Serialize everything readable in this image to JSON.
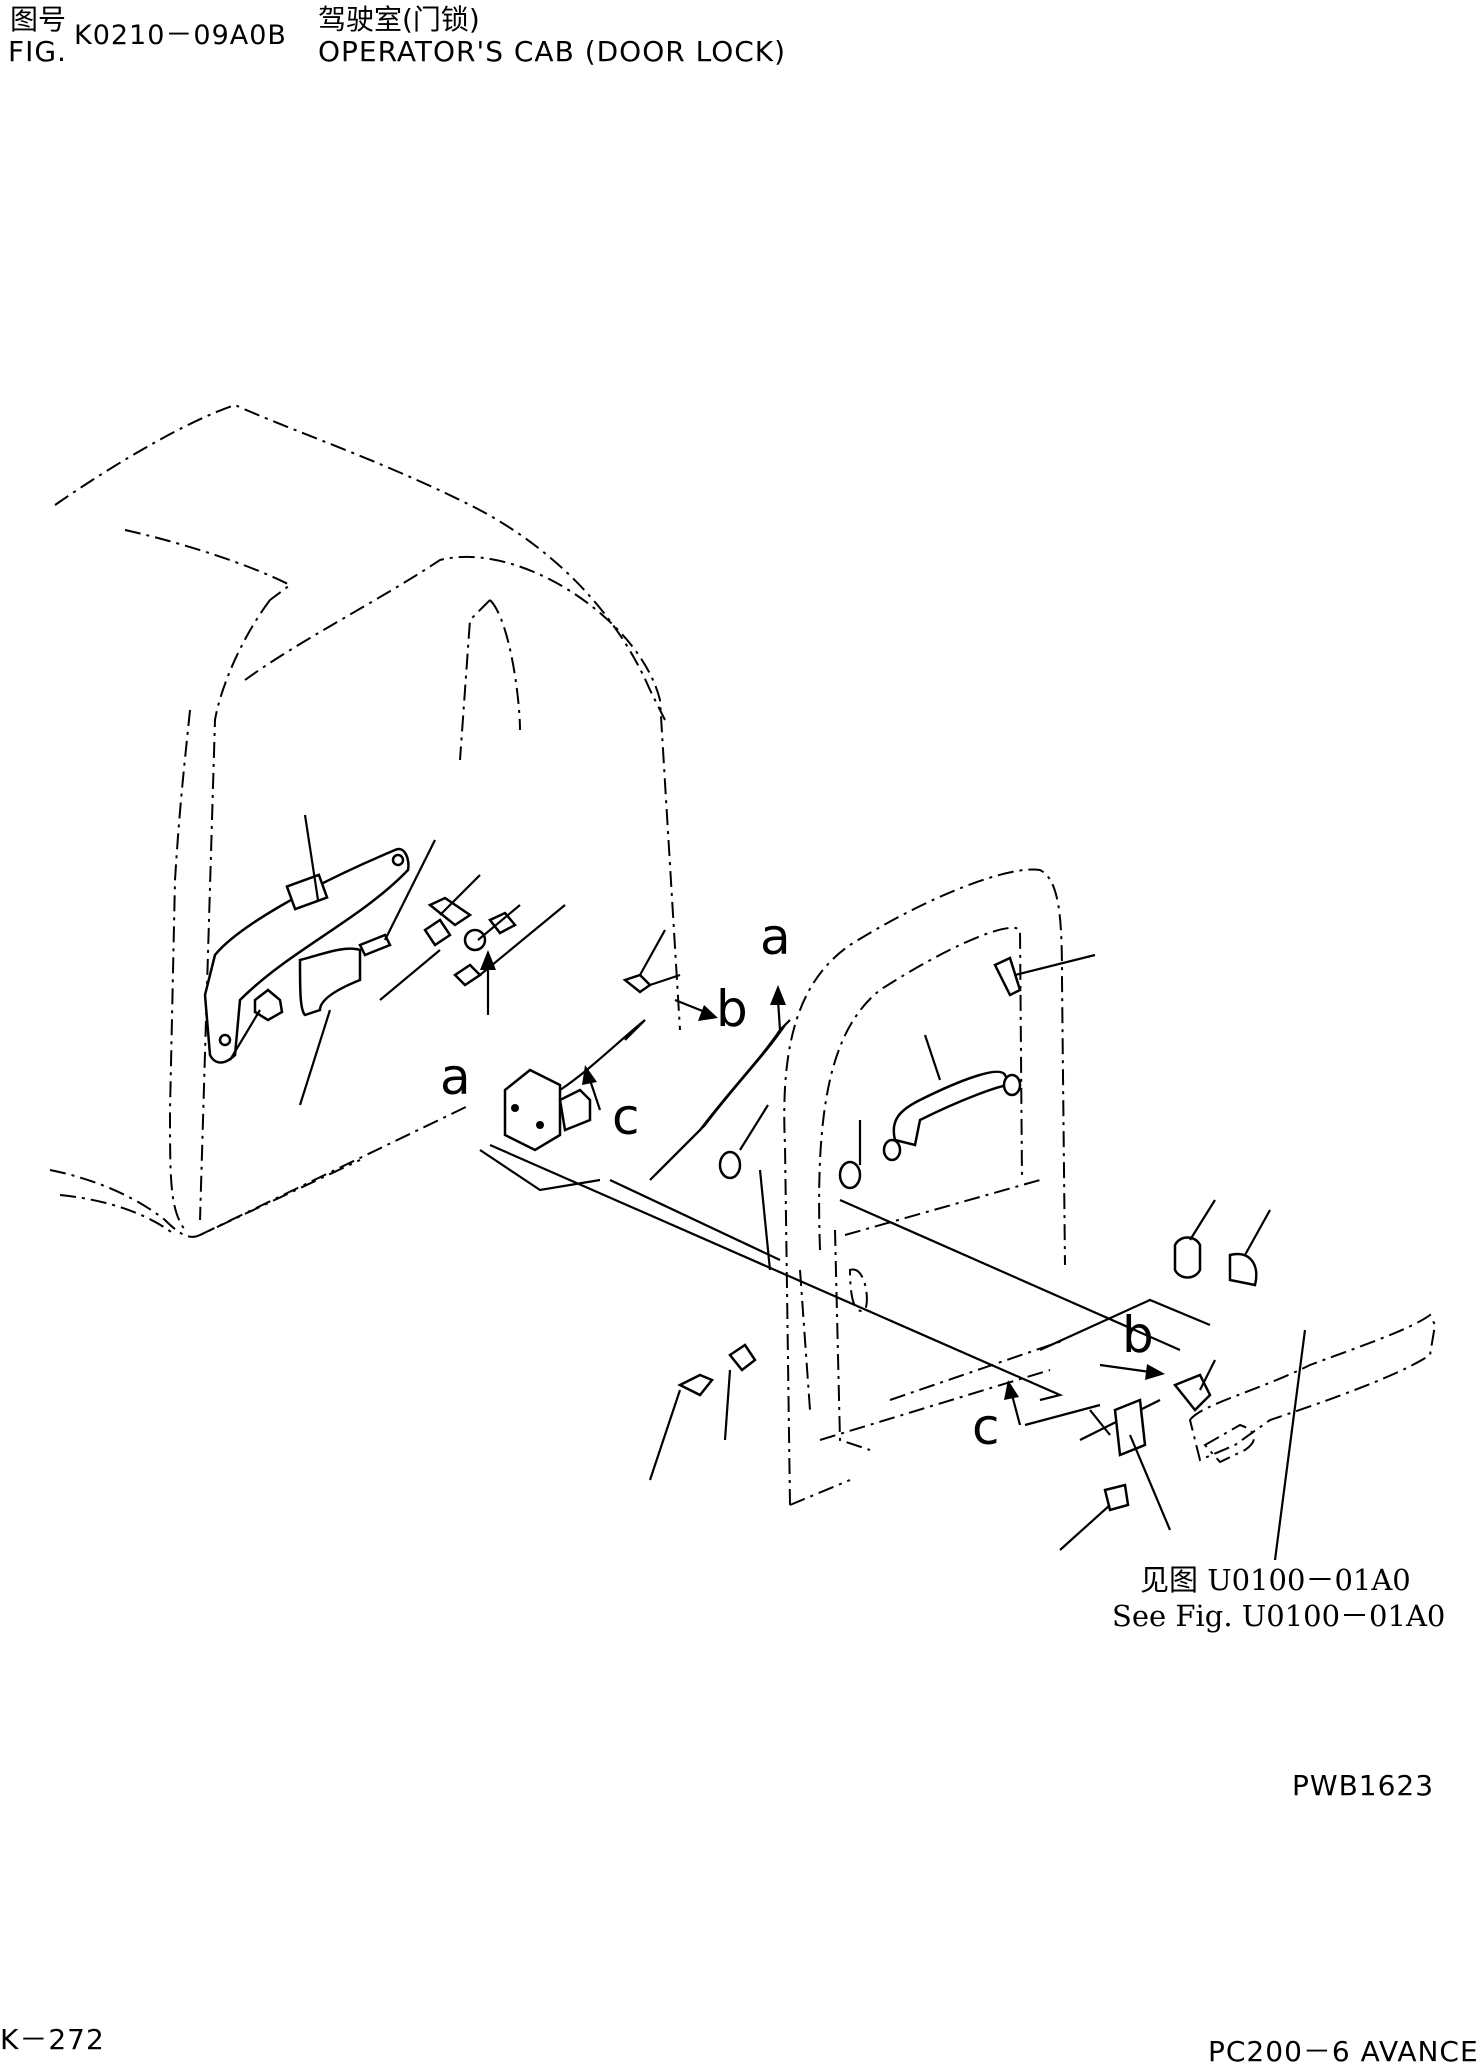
{
  "header": {
    "fig_label_cn": "图号",
    "fig_label_en": "FIG.",
    "fig_code": "K0210－09A0B",
    "title_cn": "驾驶室(门锁)",
    "title_en": "OPERATOR'S CAB (DOOR LOCK)"
  },
  "diagram": {
    "callouts": [
      "a",
      "a",
      "b",
      "b",
      "c",
      "c"
    ],
    "reference_cn": "见图 U0100－01A0",
    "reference_en": "See Fig. U0100－01A0",
    "drawing_code": "PWB1623"
  },
  "footer": {
    "page_number": "K－272",
    "model": "PC200－6 AVANCE"
  }
}
